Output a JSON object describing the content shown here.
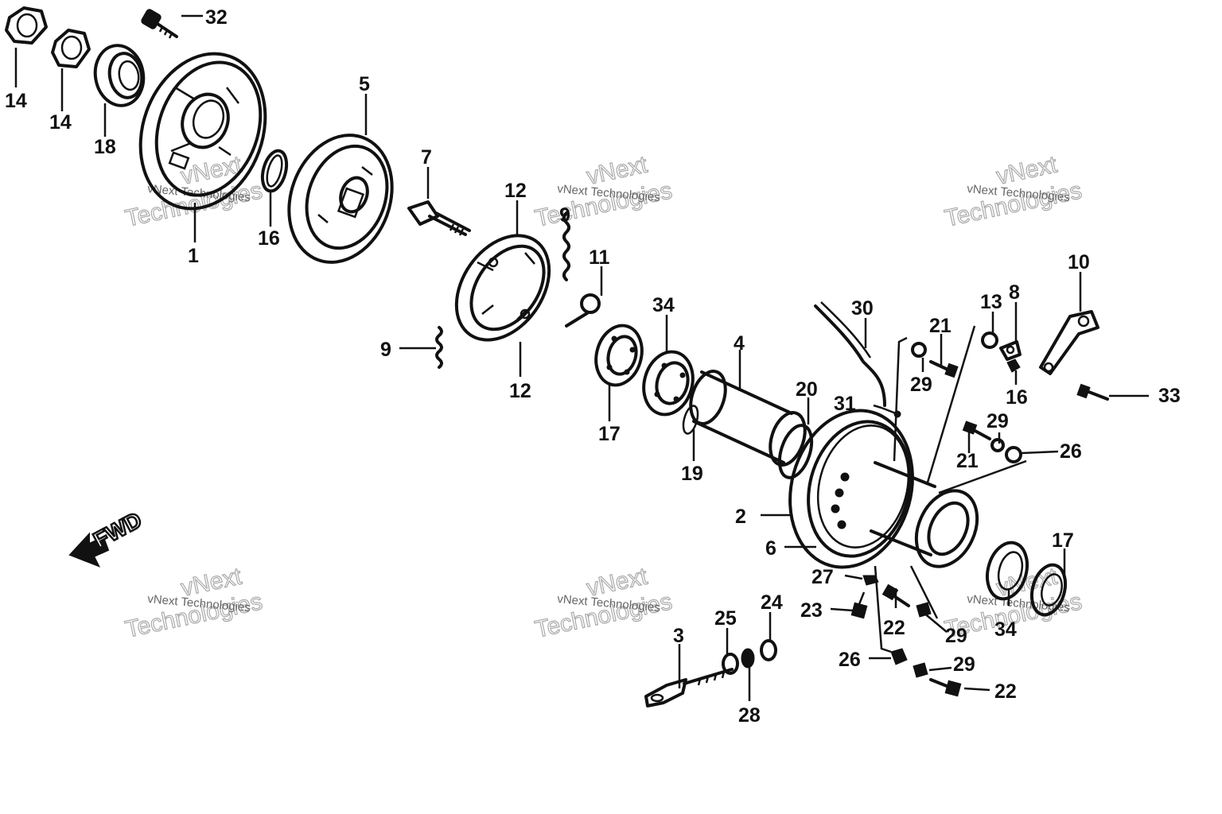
{
  "callouts": {
    "c1": "1",
    "c2": "2",
    "c3": "3",
    "c4": "4",
    "c5": "5",
    "c6": "6",
    "c7": "7",
    "c8": "8",
    "c9": "9",
    "c9b": "9",
    "c10": "10",
    "c11": "11",
    "c12a": "12",
    "c12b": "12",
    "c13": "13",
    "c14a": "14",
    "c14b": "14",
    "c16a": "16",
    "c16b": "16",
    "c17a": "17",
    "c17b": "17",
    "c18": "18",
    "c19": "19",
    "c20": "20",
    "c21a": "21",
    "c21b": "21",
    "c22a": "22",
    "c22b": "22",
    "c23": "23",
    "c24": "24",
    "c25": "25",
    "c26a": "26",
    "c26b": "26",
    "c27": "27",
    "c28": "28",
    "c29a": "29",
    "c29b": "29",
    "c29c": "29",
    "c29d": "29",
    "c30": "30",
    "c31": "31",
    "c32": "32",
    "c33": "33",
    "c34a": "34",
    "c34b": "34"
  },
  "direction_label": "FWD",
  "watermark": {
    "brand": "vNext Technologies",
    "line1": "vNext",
    "line2": "Technologies"
  }
}
